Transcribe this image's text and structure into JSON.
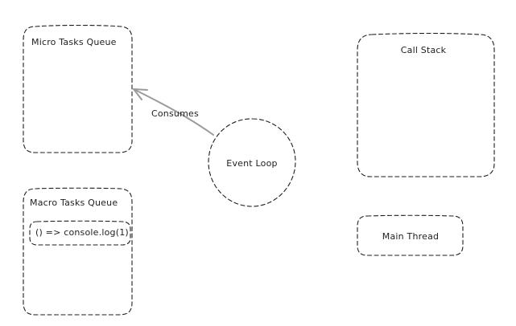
{
  "diagram": {
    "micro_tasks_queue": {
      "title": "Micro Tasks Queue"
    },
    "macro_tasks_queue": {
      "title": "Macro Tasks Queue",
      "tasks": [
        "() => console.log(1)"
      ]
    },
    "event_loop": {
      "label": "Event Loop",
      "edge_label": "Consumes"
    },
    "call_stack": {
      "title": "Call Stack"
    },
    "main_thread": {
      "label": "Main Thread"
    }
  },
  "colors": {
    "stroke": "#1e1e1e",
    "arrow": "#9b9b9b",
    "background": "#ffffff"
  }
}
